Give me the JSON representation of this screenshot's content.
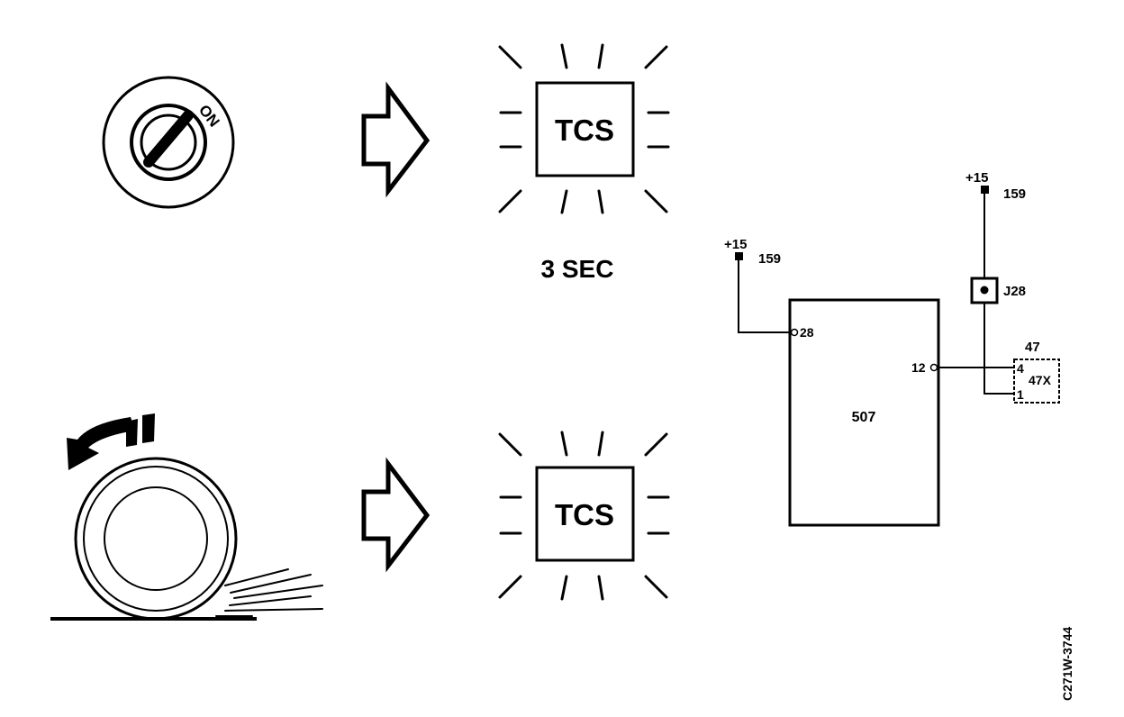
{
  "ignition": {
    "key_label": "ON"
  },
  "lamp_top": {
    "label": "TCS",
    "duration": "3 SEC"
  },
  "lamp_bottom": {
    "label": "TCS"
  },
  "schematic": {
    "supply_left": {
      "voltage": "+15",
      "wire": "159"
    },
    "supply_right": {
      "voltage": "+15",
      "wire": "159"
    },
    "junction": {
      "label": "J28"
    },
    "module": {
      "label": "507",
      "pin_a": "28",
      "pin_b": "12"
    },
    "connector": {
      "top_label": "47",
      "side_label": "47X",
      "pin_top": "4",
      "pin_bottom": "1"
    }
  },
  "figure_code": "C271W-3744"
}
